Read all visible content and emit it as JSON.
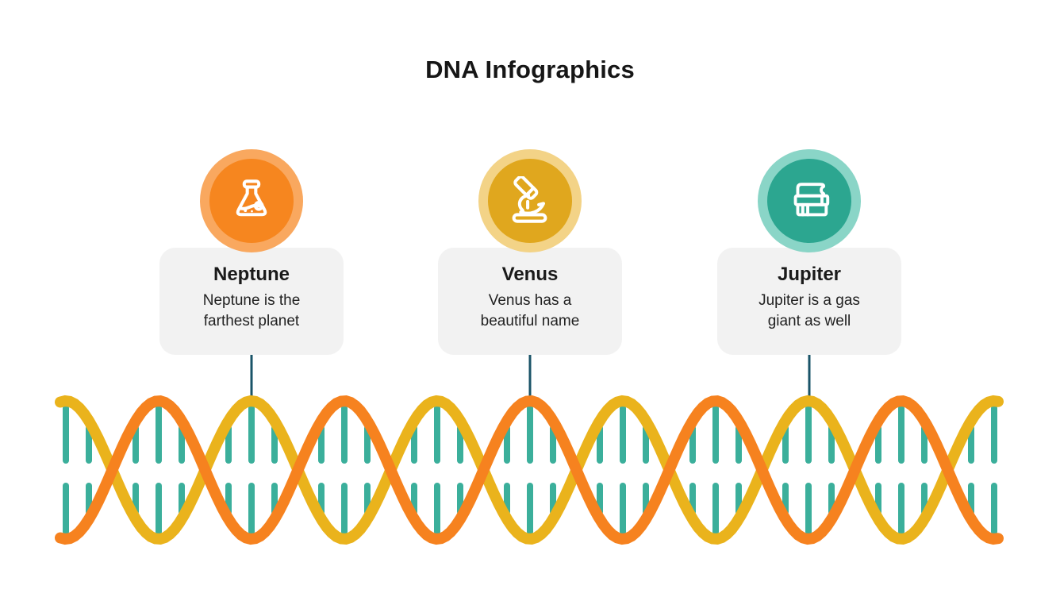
{
  "title": "DNA Infographics",
  "background_color": "#FFFFFF",
  "title_color": "#161616",
  "cards": [
    {
      "name": "Neptune",
      "description_lines": [
        "Neptune is the",
        "farthest planet"
      ],
      "icon": "flask-icon",
      "colors": {
        "circle": "#F6861F",
        "ring": "#F9A85F"
      }
    },
    {
      "name": "Venus",
      "description_lines": [
        "Venus has a",
        "beautiful name"
      ],
      "icon": "microscope-icon",
      "colors": {
        "circle": "#E0A71E",
        "ring": "#F3D387"
      }
    },
    {
      "name": "Jupiter",
      "description_lines": [
        "Jupiter is a gas",
        "giant as well"
      ],
      "icon": "books-icon",
      "colors": {
        "circle": "#2CA690",
        "ring": "#8AD5C7"
      }
    }
  ],
  "dna": {
    "strand_front_color": "#F6821F",
    "strand_back_color": "#EAB31C",
    "rung_color": "#3BAF9B",
    "connector_color": "#1A5468",
    "card_background": "#F2F2F2"
  }
}
